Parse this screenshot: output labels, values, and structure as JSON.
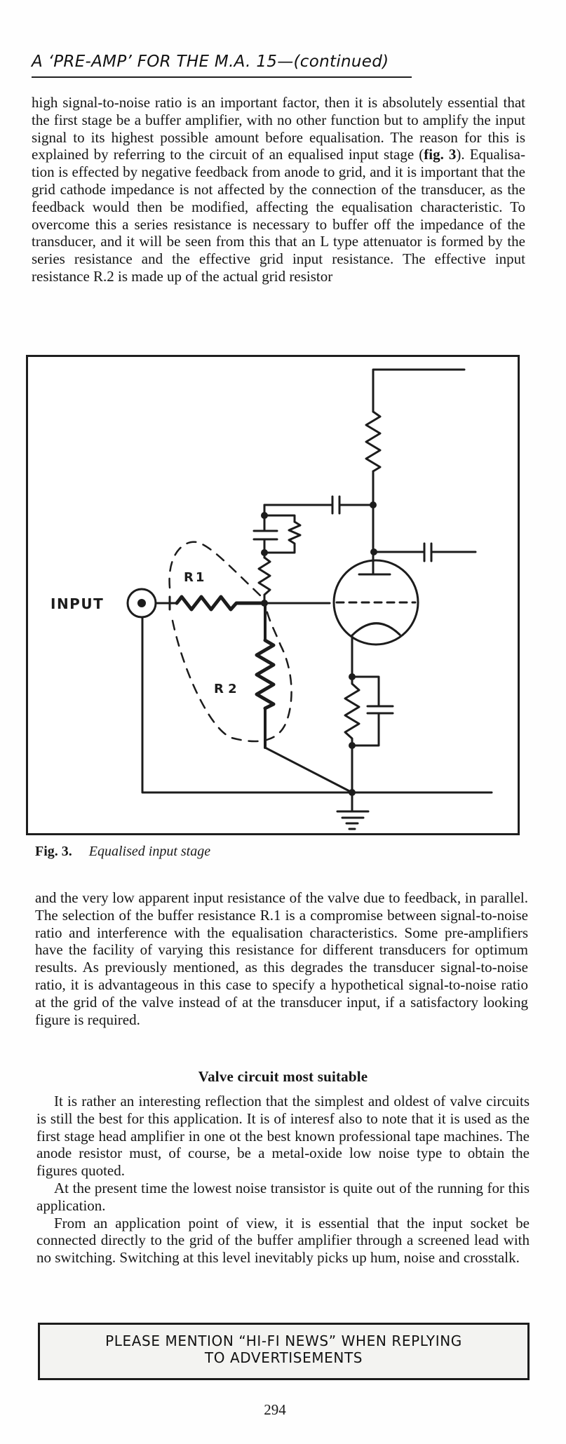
{
  "header": {
    "running_title": "A ‘PRE-AMP’ FOR THE M.A. 15—",
    "continued": "(continued)"
  },
  "paragraphs": {
    "p1": "high signal-to-noise ratio is an important factor, then it is absolutely essential that the first stage be a buffer amplifier, with no other function but to amplify the input signal to its highest possible amount before equalisation.  The reason for this is explained by referring to the circuit of an equalised input stage (",
    "p1_bold": "fig. 3",
    "p1_rest": ").  Equalisa­tion is effected by negative feedback from anode to grid, and it is important that the grid cathode impedance is not affected by the connection of the transducer, as the feedback would then be modified, affecting the equalisation characteristic.  To overcome this a series resistance is necessary to buffer off the impedance of the transducer, and it will be seen from this that an L type attenuator is formed by the series resistance and the effective grid input resistance.  The effective input resistance R.2 is made up of the actual grid resistor",
    "p2": "and the very low apparent input resistance of the valve due to feed­back, in parallel.  The selection of the buffer resistance R.1 is a compromise between signal-to-noise ratio and interference with the equalisation characteristics.  Some pre-amplifiers have the facility of varying this resistance for different transducers for optimum results. As previously mentioned, as this degrades the transducer signal-to-noise ratio, it is advantageous in this case to specify a hypothetical signal-to-noise ratio at the grid of the valve instead of at the trans­ducer input, if a satisfactory looking figure is required."
  },
  "section": {
    "heading": "Valve circuit most suitable",
    "p3": "It is rather an interesting reflection that the simplest and oldest of valve circuits is still the best for this application.  It is of interesf also to note that it is used as the first stage head amplifier in one ot the best known professional tape machines.  The anode resistor must, of course, be a metal-oxide low noise type to obtain the figures quoted.",
    "p4": "At the present time the lowest noise transistor is quite out of the running for this application.",
    "p5": "From an application point of view, it is essential that the input socket be connected directly to the grid of the buffer amplifier through a screened lead with no switching.  Switching at this level inevitably picks up hum, noise and crosstalk."
  },
  "figure": {
    "number": "Fig. 3.",
    "title": "Equalised input stage",
    "labels": {
      "input": "INPUT",
      "r1": "R1",
      "r2": "R 2"
    }
  },
  "notice": {
    "line1": "PLEASE MENTION “HI-FI NEWS” WHEN REPLYING",
    "line2": "TO ADVERTISEMENTS"
  },
  "page_number": "294"
}
